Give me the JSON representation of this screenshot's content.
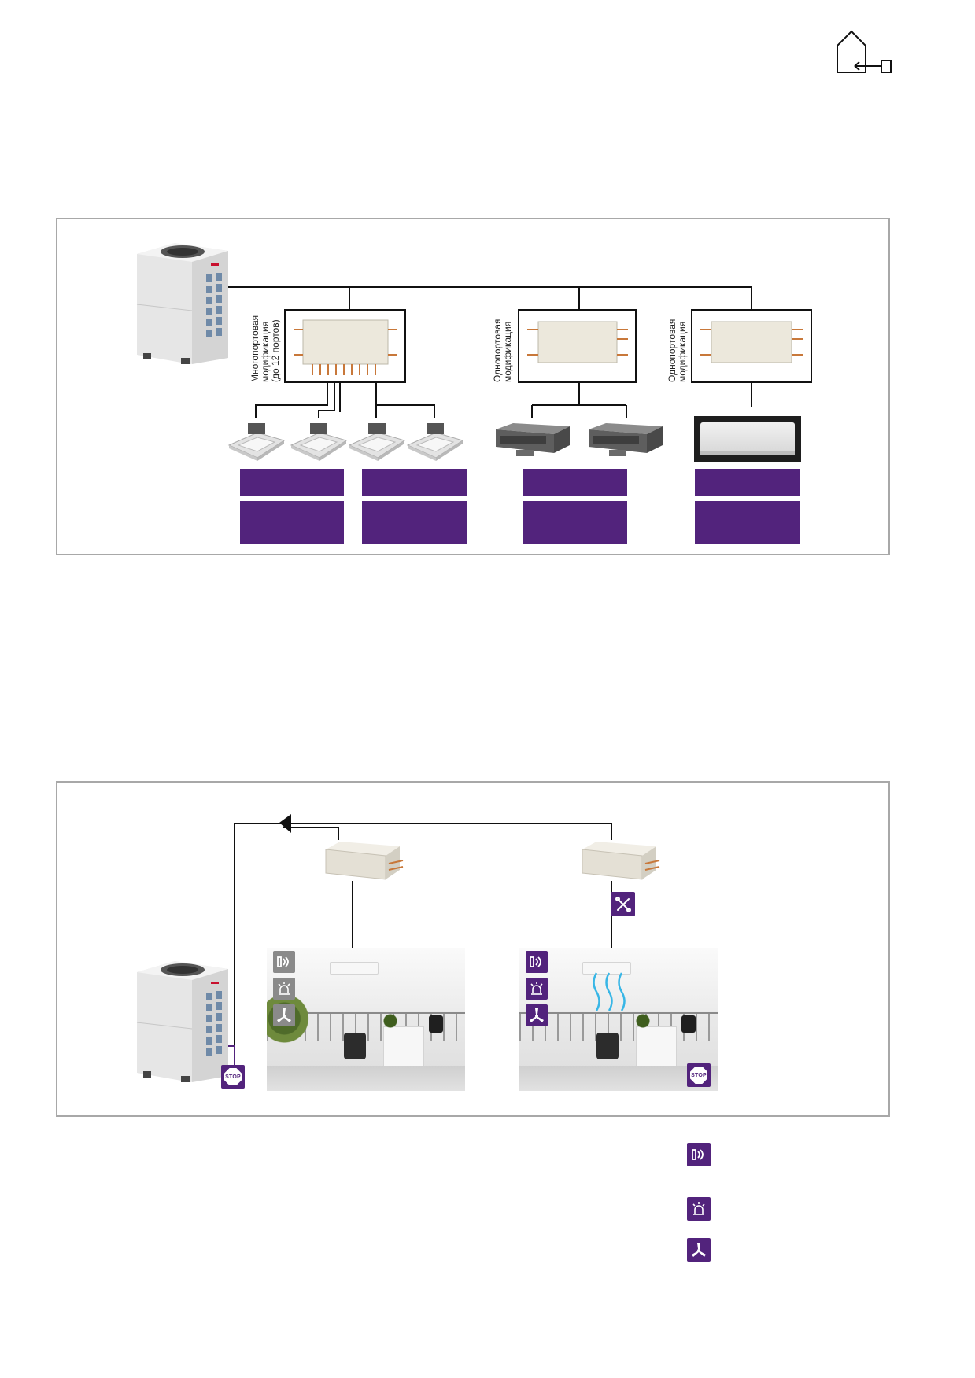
{
  "header": {
    "corner_icon": "house-with-arrow-icon"
  },
  "diagram1": {
    "labels": {
      "multiport": "Многопортовая\nмодификация\n(до 12 портов)",
      "singleport_a": "Однопортовая\nмодификация",
      "singleport_b": "Однопортовая\nмодификация"
    },
    "units": {
      "outdoor": "outdoor-vrf-unit",
      "cassette": "cassette-indoor-unit",
      "duct": "duct-indoor-unit",
      "wall": "wall-mounted-indoor-unit"
    }
  },
  "diagram2": {
    "stop_label": "STOP",
    "icons": [
      "leak-sensor-icon",
      "alarm-light-icon",
      "fan-icon",
      "wrench-screwdriver-icon"
    ]
  },
  "legend": {
    "icons": [
      "leak-sensor-icon",
      "alarm-light-icon",
      "fan-icon"
    ]
  },
  "colors": {
    "accent_purple": "#52237c",
    "frame_grey": "#a8a8a8",
    "icon_grey": "#8a8a8a",
    "wave_blue": "#38b6e6"
  }
}
